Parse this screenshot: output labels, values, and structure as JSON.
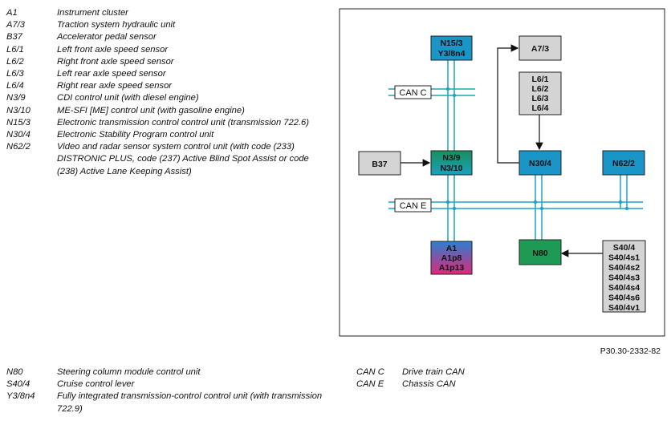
{
  "legend_top": [
    {
      "code": "A1",
      "desc": "Instrument cluster"
    },
    {
      "code": "A7/3",
      "desc": "Traction system hydraulic unit"
    },
    {
      "code": "B37",
      "desc": "Accelerator pedal sensor"
    },
    {
      "code": "L6/1",
      "desc": "Left front axle speed sensor"
    },
    {
      "code": "L6/2",
      "desc": "Right front axle speed sensor"
    },
    {
      "code": "L6/3",
      "desc": "Left rear axle speed sensor"
    },
    {
      "code": "L6/4",
      "desc": "Right rear axle speed sensor"
    },
    {
      "code": "N3/9",
      "desc": "CDI control unit (with diesel engine)"
    },
    {
      "code": "N3/10",
      "desc": "ME-SFI [ME] control unit (with gasoline engine)"
    },
    {
      "code": "N15/3",
      "desc": "Electronic transmission control control unit (transmission 722.6)"
    },
    {
      "code": "N30/4",
      "desc": "Electronic Stability Program control unit"
    },
    {
      "code": "N62/2",
      "desc": "Video and radar sensor system control unit (with code (233) DISTRONIC PLUS, code (237) Active Blind Spot Assist or code (238) Active Lane Keeping Assist)"
    }
  ],
  "legend_bottom_left": [
    {
      "code": "N80",
      "desc": "Steering column module control unit"
    },
    {
      "code": "S40/4",
      "desc": "Cruise control lever"
    },
    {
      "code": "Y3/8n4",
      "desc": "Fully integrated transmission-control control unit (with transmission 722.9)"
    }
  ],
  "legend_bottom_right": [
    {
      "code": "CAN C",
      "desc": "Drive train CAN"
    },
    {
      "code": "CAN E",
      "desc": "Chassis CAN"
    }
  ],
  "figure_ref": "P30.30-2332-82",
  "diagram": {
    "can_c_label": "CAN C",
    "can_e_label": "CAN E",
    "boxes": {
      "n15": [
        "N15/3",
        "Y3/8n4"
      ],
      "a73": [
        "A7/3"
      ],
      "l6": [
        "L6/1",
        "L6/2",
        "L6/3",
        "L6/4"
      ],
      "b37": [
        "B37"
      ],
      "n3": [
        "N3/9",
        "N3/10"
      ],
      "n30": [
        "N30/4"
      ],
      "n62": [
        "N62/2"
      ],
      "a1": [
        "A1",
        "A1p8",
        "A1p13"
      ],
      "n80": [
        "N80"
      ],
      "s40": [
        "S40/4",
        "S40/4s1",
        "S40/4s2",
        "S40/4s3",
        "S40/4s4",
        "S40/4s6",
        "S40/4v1"
      ]
    },
    "colors": {
      "bus": "#1aa3c2",
      "ecu_blue": "#1a95c8",
      "ecu_green": "#1f9a55",
      "grey_box": "#d4d4d4",
      "a1_top": "#2a7fd0",
      "a1_bottom": "#e0287a"
    }
  }
}
